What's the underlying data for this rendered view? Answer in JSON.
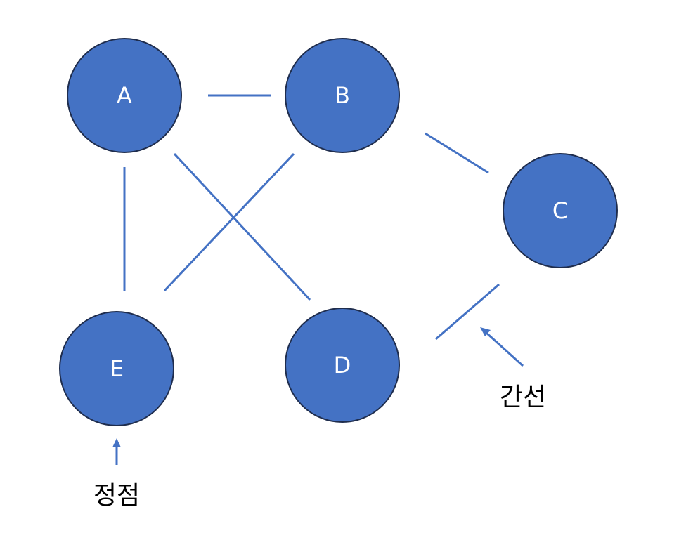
{
  "graph": {
    "nodes": [
      {
        "id": "A",
        "label": "A"
      },
      {
        "id": "B",
        "label": "B"
      },
      {
        "id": "C",
        "label": "C"
      },
      {
        "id": "D",
        "label": "D"
      },
      {
        "id": "E",
        "label": "E"
      }
    ],
    "edges": [
      {
        "from": "A",
        "to": "B"
      },
      {
        "from": "B",
        "to": "C"
      },
      {
        "from": "A",
        "to": "E"
      },
      {
        "from": "A",
        "to": "D"
      },
      {
        "from": "B",
        "to": "E"
      },
      {
        "from": "C",
        "to": "D"
      }
    ],
    "colors": {
      "node_fill": "#4472c4",
      "node_stroke": "#1f2d4d",
      "edge": "#4472c4",
      "node_text": "#ffffff"
    }
  },
  "annotations": {
    "vertex_label": "정점",
    "edge_label": "간선"
  }
}
